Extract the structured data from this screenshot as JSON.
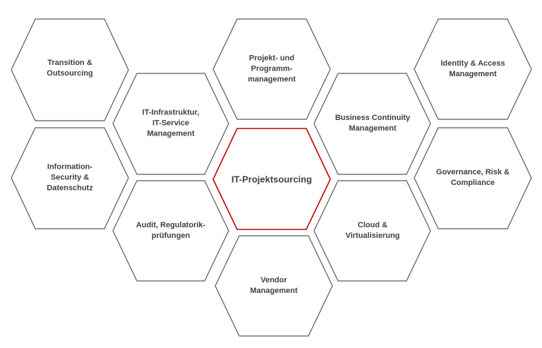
{
  "diagram": {
    "center": {
      "label": "IT-Projektsourcing"
    },
    "hexagons": [
      {
        "id": "transition",
        "label": "Transition &\nOutsourcing"
      },
      {
        "id": "infosec",
        "label": "Information-\nSecurity &\nDatenschutz"
      },
      {
        "id": "it-infra",
        "label": "IT-Infrastruktur,\nIT-Service\nManagement"
      },
      {
        "id": "audit",
        "label": "Audit, Regulatorik-\nprüfungen"
      },
      {
        "id": "projekt",
        "label": "Projekt- und\nProgramm-\nmanagement"
      },
      {
        "id": "vendor",
        "label": "Vendor\nManagement"
      },
      {
        "id": "bcm",
        "label": "Business Continuity\nManagement"
      },
      {
        "id": "cloud",
        "label": "Cloud &\nVirtualisierung"
      },
      {
        "id": "iam",
        "label": "Identity & Access\nManagement"
      },
      {
        "id": "grc",
        "label": "Governance, Risk &\nCompliance"
      }
    ],
    "colors": {
      "outline": "#595959",
      "center_outline": "#c00000",
      "text": "#404040"
    }
  }
}
